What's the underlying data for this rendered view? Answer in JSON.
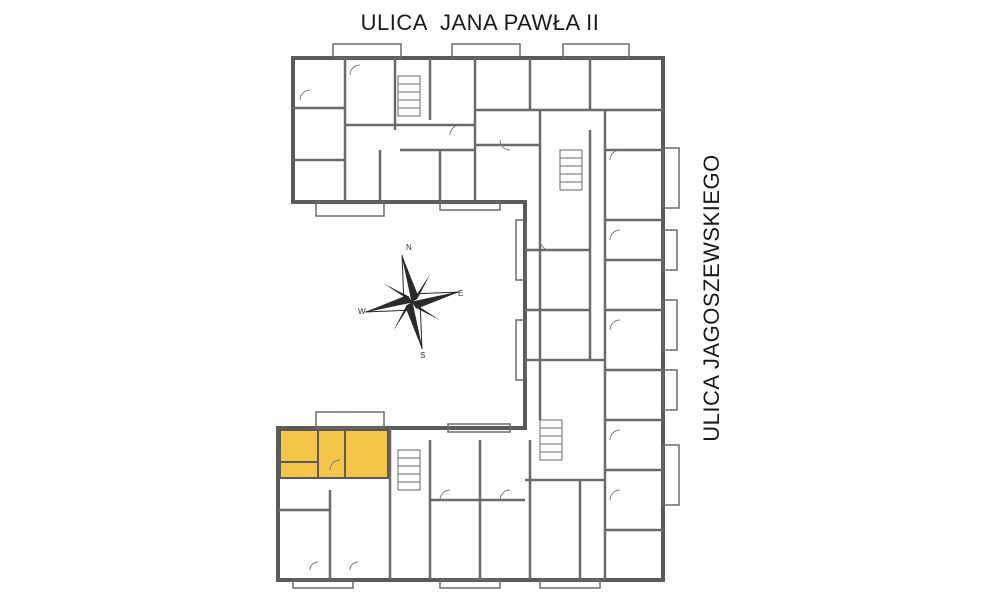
{
  "streets": {
    "top": "ULICA  JANA PAWŁA II",
    "right": "ULICA  JAGOSZEWSKIEGO"
  },
  "compass": {
    "n": "N",
    "e": "E",
    "s": "S",
    "w": "W"
  },
  "colors": {
    "wall": "#5a5a5a",
    "highlight": "#f5c64a",
    "background": "#ffffff"
  },
  "highlighted_unit": "apartment-highlighted"
}
